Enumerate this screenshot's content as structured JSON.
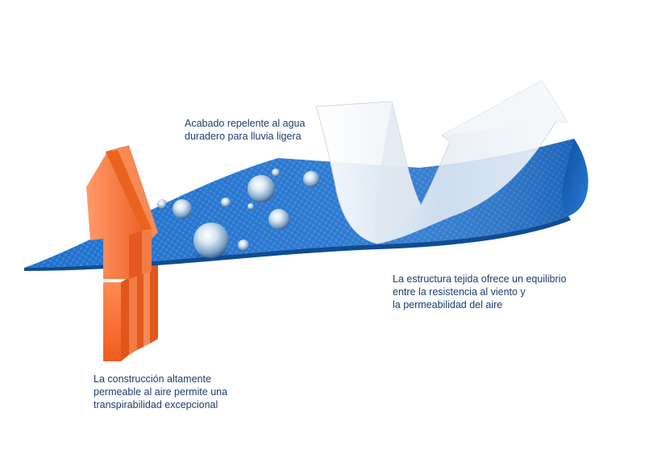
{
  "annotations": {
    "water_repellent": [
      "Acabado repelente al agua",
      "duradero para lluvia ligera"
    ],
    "woven_structure": [
      "La estructura tejida ofrece un equilibrio",
      "entre la resistencia al viento y",
      "la permeabilidad del aire"
    ],
    "air_permeable": [
      "La construcción altamente",
      "permeable al aire permite una",
      "transpirabilidad excepcional"
    ]
  },
  "colors": {
    "fabric": "#1f6fc9",
    "fabric_dark": "#155aa8",
    "airflow_arrow": "#f2743a",
    "airflow_arrow_edge": "#e0561b",
    "moisture_arrow": "#e9eef4",
    "text": "#1d3e6e"
  },
  "icons": {
    "airflow": "up-down-arrow-icon",
    "moisture": "curved-up-arrow-icon",
    "droplets": "water-droplet-icon"
  }
}
